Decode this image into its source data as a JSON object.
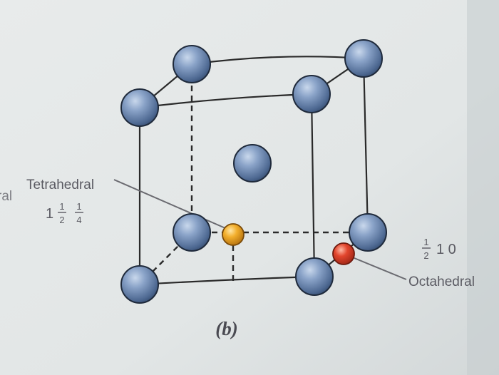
{
  "figure": {
    "caption": "(b)",
    "partial_label": "ral",
    "tetrahedral": {
      "name": "Tetrahedral",
      "whole": "1",
      "frac1_num": "1",
      "frac1_den": "2",
      "frac2_num": "1",
      "frac2_den": "4"
    },
    "octahedral": {
      "name": "Octahedral",
      "frac_num": "1",
      "frac_den": "2",
      "rest": "1 0"
    }
  },
  "colors": {
    "paper": "#e9ecec",
    "atom_host": "#7d97bd",
    "atom_tetrahedral": "#f0a92a",
    "atom_octahedral": "#e0402c",
    "edges": "#2a2a2a"
  }
}
